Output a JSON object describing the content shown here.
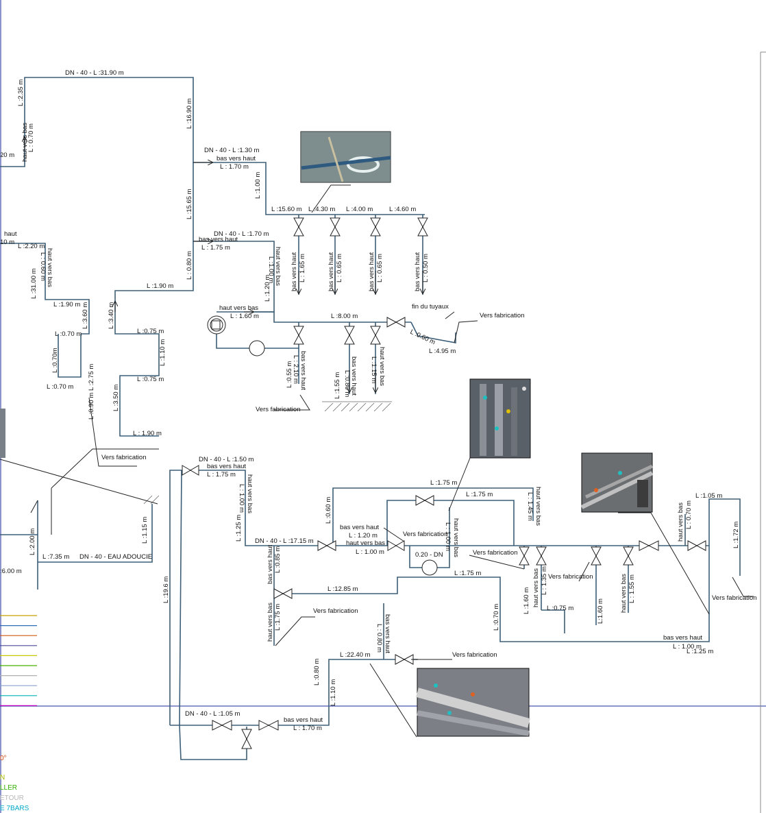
{
  "labels": {
    "top_dn": "DN - 40 - L :31.90 m",
    "l_235": "L :2.35 m",
    "hvb_a": "haut vers bas",
    "l_070a": "L : 0.70 m",
    "edge_20m": "20 m",
    "l_1690": "L :16.90 m",
    "dn_130": "DN - 40 -  L :1.30 m",
    "bvh_a": "bas vers haut",
    "l_170a": "L : 1.70 m",
    "l_100a": "L :1.00 m",
    "l_1565": "L :15.65 m",
    "dn_170": "DN - 40 - L :1.70 m",
    "bvh_b": "bas vers haut",
    "l_175a": "L : 1.75 m",
    "haut_edge": "haut",
    "edge_10m": "10 m",
    "l_220": "L :2.20 m",
    "hvb_b": "haut vers bas",
    "l_060a": "L : 0.60 m",
    "l_3100": "L :31.00 m",
    "l_190a": "L :1.90 m",
    "l_080a": "L : 0.80 m",
    "l_190b": "L :1.90 m",
    "l_1560": "L :15.60 m",
    "l_430": "L :4.30 m",
    "l_400": "L :4.00 m",
    "l_460": "L :4.60 m",
    "hvb_c": "haut vers bas",
    "l_100b": "L :1.00 m",
    "l_120a": "L :1.20 m",
    "bvh_c1": "bas vers haut",
    "l_165": "L : 1.65 m",
    "bvh_c2": "bas vers haut",
    "l_065a": "L : 0.65 m",
    "bvh_c3": "bas vers haut",
    "l_065b": "L : 0.65 m",
    "bvh_c4": "bas vers haut",
    "l_050a": "L : 0.50 m",
    "l_360": "L :3.60 m",
    "l_070b": "L :0.70 m",
    "l_070c": "L :0.70m",
    "l_070d": "L :0.70 m",
    "l_275": "L :2.75 m",
    "l_090": "L :0.90 m",
    "l_340": "L :3.40 m",
    "l_075a": "L :0.75 m",
    "l_110a": "L :1.10 m",
    "l_075b": "L :0.75 m",
    "hvb_d": "haut vers bas",
    "l_160a": "L : 1.60 m",
    "l_800": "L :8.00 m",
    "fin": "fin du tuyaux",
    "vf_a": "Vers fabrication",
    "l_060b": "L :0.60 m",
    "l_495": "L :4.95 m",
    "l_055": "L :0.55 m",
    "bvh_e": "bas vers haut",
    "l_210": "L : 2.10 m",
    "l_155": "L :1.55 m",
    "bvh_f": "bas vers haut",
    "l_080b": "L :0.80 m",
    "hvb_f": "haut vers bas",
    "l_115": "L :1.15 m",
    "vf_b": "Vers fabrication",
    "l_350": "L :3.50 m",
    "l_190c": "L : 1.90 m",
    "vf_c": "Vers fabrication",
    "l_115b": "L :1.15 m",
    "l_200": "L :2.00 m",
    "l_735": "L :7.35 m",
    "dn_eau": "DN - 40 - EAU ADOUCIE",
    "edge_600": ":6.00 m",
    "dn_150": "DN - 40 - L :1.50 m",
    "bvh_g": "bas vers haut",
    "l_175b": "L : 1.75 m",
    "hvb_g": "haut vers bas",
    "l_100c": "L : 1.00 m",
    "l_125a": "L :1.25 m",
    "dn_1715": "DN - 40 - L :17.15 m",
    "bvh_h": "bas vers haut",
    "l_085": "L :0.85 m",
    "l_1285": "L :12.85 m",
    "hvb_h": "haut vers bas",
    "l_175c": "L :1.75 m",
    "vf_d": "Vers fabrication",
    "l_196": "L :19.6 m",
    "l_175d": "L :1.75 m",
    "l_175e": "L :1.75 m",
    "l_060c": "L :0.60 m",
    "bvh_i": "bas vers haut",
    "l_120b": "L : 1.20 m",
    "vf_e": "Vers fabrication",
    "haut_vers_bas_j": "haut  vers bas",
    "l_100d": "L : 1.00 m",
    "hvb_k": "haut vers bas",
    "l_100e": "L : 1.00 m",
    "dn_020": "0.20 - DN",
    "hvb_l": "haut vers bas",
    "l_145": "L : 1.45 m",
    "vf_f": "Vers fabrication",
    "l_175f": "L :1.75 m",
    "vf_g": "Vers fabrication",
    "hvb_m": "haut vers bas",
    "l_135": "L : 1.35 m",
    "l_160b": "L :1.60 m",
    "l_075c": "L :0.75 m",
    "l_160c": "L:1.60 m",
    "hvb_n": "haut vers bas",
    "l_155b": "L : 1.55 m",
    "l_105": "L :1.05 m",
    "hvb_o": "haut vers bas",
    "l_070e": "L : 0.70 m",
    "l_172": "L :1.72 m",
    "vf_h": "Vers fabrication",
    "l_070f": "L :0.70 m",
    "bvh_p": "bas vers haut",
    "l_100f": "L : 1.00 m",
    "l_125b": "L :1.25 m",
    "bvh_q": "bas vers haut",
    "l_080c": "L : 0.80 m",
    "l_2240": "L :22.40 m",
    "vf_i": "Vers fabrication",
    "l_080d": "L :0.80 m",
    "l_110b": "L :1.10 m",
    "dn_105": "DN - 40 - L :1.05 m",
    "bvh_r": "bas vers haut",
    "l_170b": "L : 1.70 m"
  },
  "legend": {
    "deg": "0°",
    "n": "N",
    "ller": "LLER",
    "etour": "ETOUR",
    "bars": "E 7BARS"
  },
  "colors": {
    "pipe": "#3c5e78",
    "legend": [
      "#c8a000",
      "#2f6db5",
      "#d05a10",
      "#4a4a9a",
      "#c8c800",
      "#48b000",
      "#b0b0b0",
      "#8aa0d0",
      "#00b0b0",
      "#c000c0"
    ]
  }
}
